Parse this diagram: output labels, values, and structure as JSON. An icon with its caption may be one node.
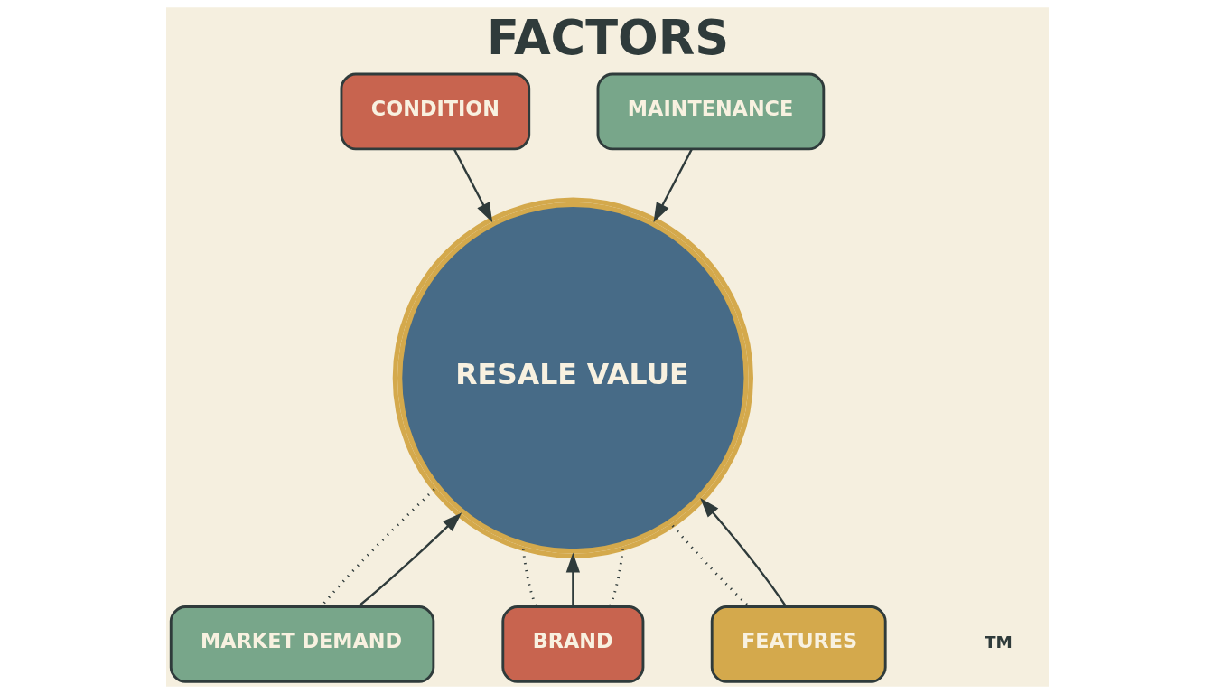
{
  "diagram": {
    "title": "FACTORS",
    "nodes": [
      {
        "text": [
          "CONDITION"
        ]
      },
      {
        "text": [
          "MAINTENANCE"
        ]
      },
      {
        "text": [
          "RESALE VALUE"
        ]
      },
      {
        "text": [
          "MARKET DEMAND"
        ]
      },
      {
        "text": [
          "FEATURES"
        ]
      },
      {
        "text": [
          "BRAND"
        ]
      }
    ],
    "edges": [
      {
        "from": 0,
        "to": 2,
        "arrow": "to"
      },
      {
        "from": 1,
        "to": 2,
        "arrow": "to"
      },
      {
        "from": 3,
        "to": 2,
        "arrow": "to"
      },
      {
        "from": 4,
        "to": 2,
        "arrow": "to"
      },
      {
        "from": 5,
        "to": 2,
        "arrow": "to"
      },
      {
        "from": 2,
        "to": 3,
        "arrow": "none",
        "style": "dashed"
      },
      {
        "from": 2,
        "to": 5,
        "arrow": "none",
        "style": "dashed"
      },
      {
        "from": 2,
        "to": 5,
        "arrow": "none",
        "style": "dashed"
      },
      {
        "from": 2,
        "to": 4,
        "arrow": "none",
        "style": "dashed"
      }
    ],
    "labels": [
      "TM"
    ]
  }
}
